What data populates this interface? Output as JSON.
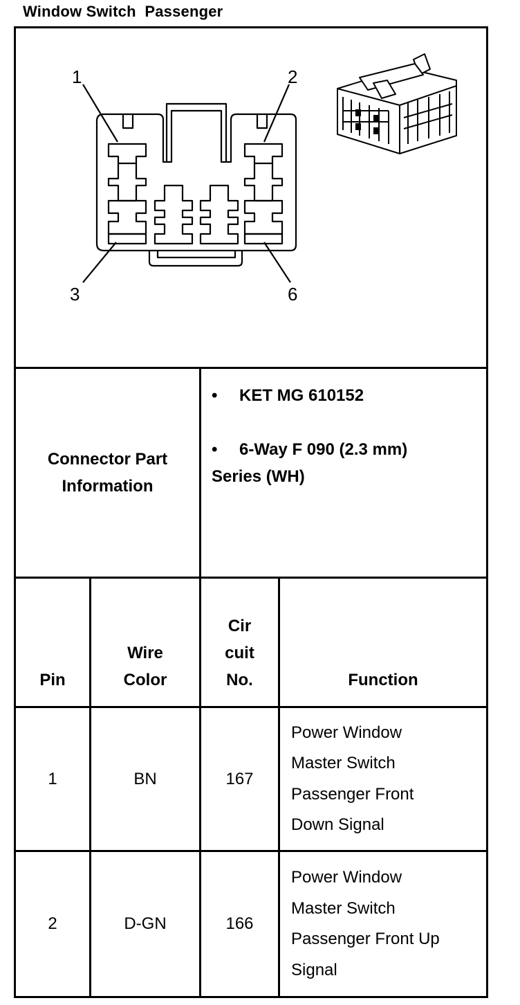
{
  "title": "Window Switch  Passenger",
  "diagram": {
    "pin_labels": [
      "1",
      "2",
      "3",
      "6"
    ]
  },
  "connector_info": {
    "label_line1": "Connector Part",
    "label_line2": "Information",
    "bullet": "•",
    "item1": "KET MG 610152",
    "item2_line1": "6-Way F 090 (2.3 mm)",
    "item2_line2": "Series (WH)"
  },
  "table": {
    "headers": {
      "pin": "Pin",
      "wire_color_line1": "Wire",
      "wire_color_line2": "Color",
      "circuit_line1": "Cir",
      "circuit_line2": "cuit",
      "circuit_line3": "No.",
      "function": "Function"
    },
    "rows": [
      {
        "pin": "1",
        "wire_color": "BN",
        "circuit": "167",
        "function_lines": [
          "Power Window",
          "Master Switch",
          "Passenger Front",
          "Down Signal"
        ]
      },
      {
        "pin": "2",
        "wire_color": "D-GN",
        "circuit": "166",
        "function_lines": [
          "Power Window",
          "Master Switch",
          "Passenger Front Up",
          "Signal"
        ]
      }
    ]
  }
}
